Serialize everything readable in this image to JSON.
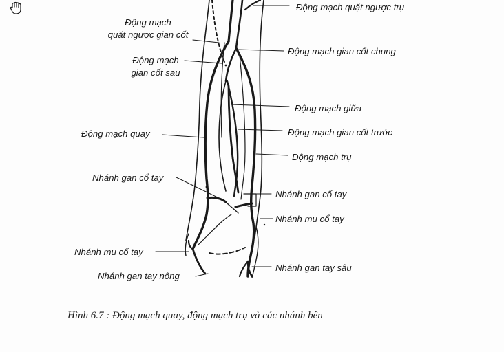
{
  "labels": {
    "quat_nguoc_tru": "Động mạch quặt ngược trụ",
    "quat_nguoc_gian_cot_line1": "Động mạch",
    "quat_nguoc_gian_cot_line2": "quặt ngược gian cốt",
    "gian_cot_chung": "Động mạch gian cốt chung",
    "gian_cot_sau_line1": "Động mạch",
    "gian_cot_sau_line2": "gian cốt sau",
    "giua": "Động mạch giữa",
    "quay": "Động mạch quay",
    "gian_cot_truoc": "Động mạch gian cốt trước",
    "tru": "Động mạch trụ",
    "nhanh_gan_co_tay_trai": "Nhánh gan cổ tay",
    "nhanh_gan_co_tay_phai": "Nhánh gan cổ tay",
    "nhanh_mu_co_tay_phai": "Nhánh mu cổ tay",
    "nhanh_mu_co_tay_trai": "Nhánh mu cổ tay",
    "nhanh_gan_tay_sau": "Nhánh gan tay sâu",
    "nhanh_gan_tay_nong": "Nhánh gan tay nông"
  },
  "caption": "Hình 6.7 : Động mạch quay, động mạch trụ và các nhánh bên",
  "icons": {
    "cursor": "hand-pointer-icon"
  },
  "colors": {
    "ink": "#1a1a1a",
    "background": "#fdfdfd"
  }
}
